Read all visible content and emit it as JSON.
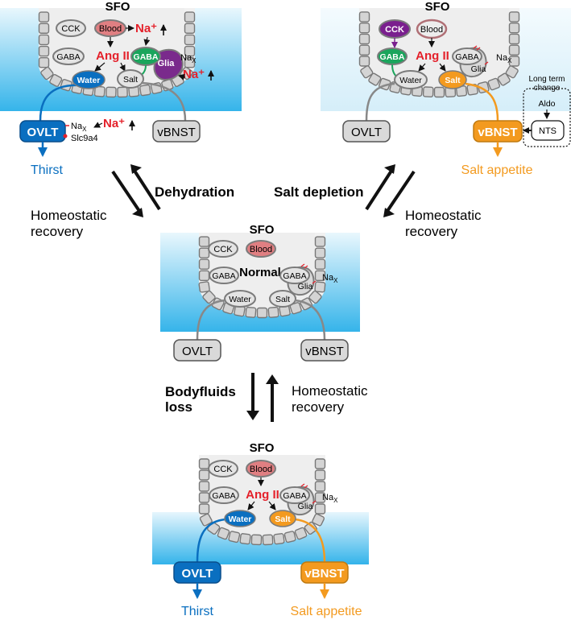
{
  "colors": {
    "water": "#0a6fc0",
    "salt": "#f39a1f",
    "angII": "#e4202a",
    "gaba_active": "#1aa55c",
    "glia_active": "#7a2a8c",
    "cck_active": "#7a1f8e",
    "blood": "#e07f82",
    "fluid": "#41b9ec",
    "gray_fill": "#d9d9d9",
    "gray_stroke": "#7b7b7b"
  },
  "panels": {
    "dehydration": {
      "title": "SFO",
      "cck": "CCK",
      "blood": "Blood",
      "na_plus": "Na⁺",
      "ang": "Ang II",
      "gaba_left": "GABA",
      "gaba_active": "GABA",
      "glia": "Glia",
      "nax": "Na",
      "nax_sub": "X",
      "na_plus2": "Na⁺",
      "water": "Water",
      "salt": "Salt",
      "ovlt": "OVLT",
      "vbnst": "vBNST",
      "ovlt_nax": "Na",
      "ovlt_nax_sub": "X",
      "ovlt_slc": "Slc9a4",
      "ovlt_na_plus": "Na⁺",
      "output": "Thirst"
    },
    "salt_depletion": {
      "title": "SFO",
      "cck": "CCK",
      "blood": "Blood",
      "ang": "Ang II",
      "gaba_left": "GABA",
      "gaba_right": "GABA",
      "glia": "Glia",
      "nax": "Na",
      "nax_sub": "X",
      "water": "Water",
      "salt": "Salt",
      "ovlt": "OVLT",
      "vbnst": "vBNST",
      "long_term": "Long term",
      "change": "change",
      "aldo": "Aldo",
      "nts": "NTS",
      "output": "Salt appetite"
    },
    "normal": {
      "title": "SFO",
      "cck": "CCK",
      "blood": "Blood",
      "gaba_left": "GABA",
      "gaba_right": "GABA",
      "label": "Normal",
      "glia": "Glia",
      "nax": "Na",
      "nax_sub": "X",
      "water": "Water",
      "salt": "Salt",
      "ovlt": "OVLT",
      "vbnst": "vBNST"
    },
    "bodyfluids": {
      "title": "SFO",
      "cck": "CCK",
      "blood": "Blood",
      "gaba_left": "GABA",
      "ang": "Ang II",
      "gaba_right": "GABA",
      "glia": "Glia",
      "nax": "Na",
      "nax_sub": "X",
      "water": "Water",
      "salt": "Salt",
      "ovlt": "OVLT",
      "vbnst": "vBNST",
      "thirst": "Thirst",
      "salt_appetite": "Salt appetite"
    }
  },
  "transitions": {
    "dehydration": "Dehydration",
    "homeostatic_left": [
      "Homeostatic",
      "recovery"
    ],
    "salt_depletion": "Salt depletion",
    "homeostatic_right": [
      "Homeostatic",
      "recovery"
    ],
    "bodyfluids": [
      "Bodyfluids",
      "loss"
    ],
    "homeostatic_bottom": [
      "Homeostatic",
      "recovery"
    ]
  }
}
